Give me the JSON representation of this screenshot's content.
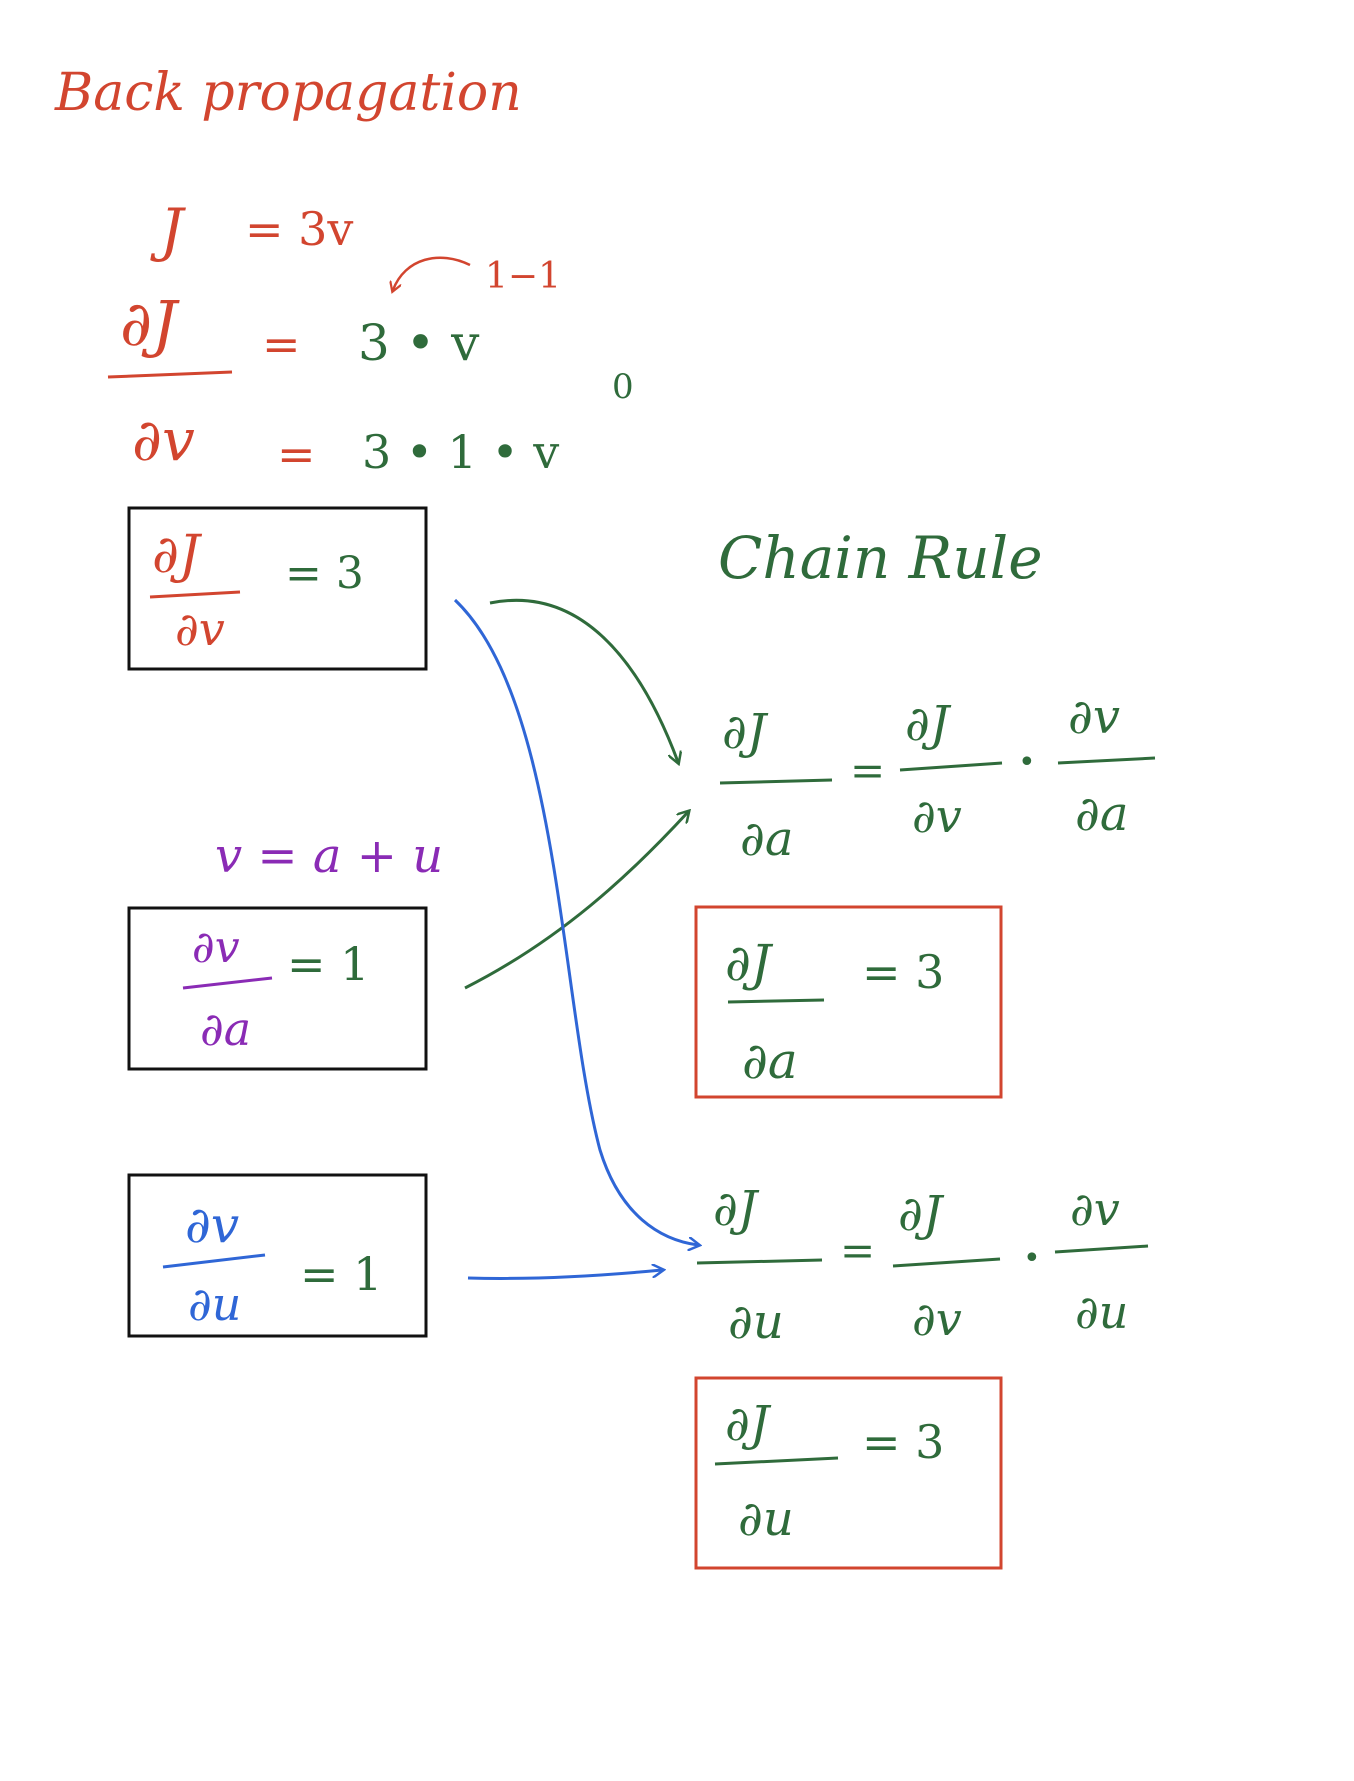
{
  "colors": {
    "red": "#d2452f",
    "green": "#2f6b3b",
    "blue": "#2f66d6",
    "purple": "#8a2bb5",
    "box_black": "#111111",
    "box_red": "#d2452f"
  },
  "title": "Back propagation",
  "derivation": {
    "J_label": "J",
    "J_eq": "= 3v",
    "dJ": "∂J",
    "dv": "∂v",
    "step1_eq": "=",
    "step1_rhs": "3 • v",
    "step1_exp": "1−1",
    "step2_eq": "=",
    "step2_rhs": "3 • 1 • v",
    "step2_exp": "0"
  },
  "box_dJdv": {
    "num": "∂J",
    "den": "∂v",
    "val": "= 3"
  },
  "v_def": "v = a + u",
  "box_dvda": {
    "num": "∂v",
    "den": "∂a",
    "val": "= 1"
  },
  "box_dvdu": {
    "num": "∂v",
    "den": "∂u",
    "val": "= 1"
  },
  "chain_rule_title": "Chain Rule",
  "chain_a": {
    "lhs_num": "∂J",
    "lhs_den": "∂a",
    "eq": "=",
    "f1_num": "∂J",
    "f1_den": "∂v",
    "dot": "•",
    "f2_num": "∂v",
    "f2_den": "∂a"
  },
  "result_a": {
    "num": "∂J",
    "den": "∂a",
    "val": "= 3"
  },
  "chain_u": {
    "lhs_num": "∂J",
    "lhs_den": "∂u",
    "eq": "=",
    "f1_num": "∂J",
    "f1_den": "∂v",
    "dot": "•",
    "f2_num": "∂v",
    "f2_den": "∂u"
  },
  "result_u": {
    "num": "∂J",
    "den": "∂u",
    "val": "= 3"
  }
}
